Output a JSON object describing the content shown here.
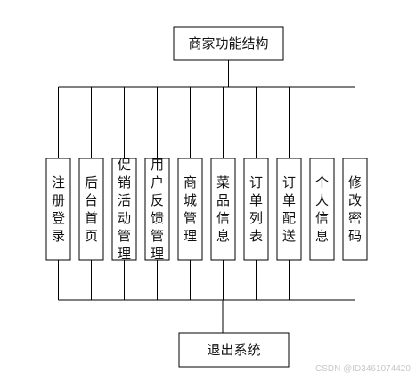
{
  "top_node": {
    "label": "商家功能结构"
  },
  "modules": [
    {
      "label": "注册登录"
    },
    {
      "label": "后台首页"
    },
    {
      "label": "促销活动管理"
    },
    {
      "label": "用户反馈管理"
    },
    {
      "label": "商城管理"
    },
    {
      "label": "菜品信息"
    },
    {
      "label": "订单列表"
    },
    {
      "label": "订单配送"
    },
    {
      "label": "个人信息"
    },
    {
      "label": "修改密码"
    }
  ],
  "bottom_node": {
    "label": "退出系统"
  },
  "watermark": "CSDN @ID3461074420"
}
